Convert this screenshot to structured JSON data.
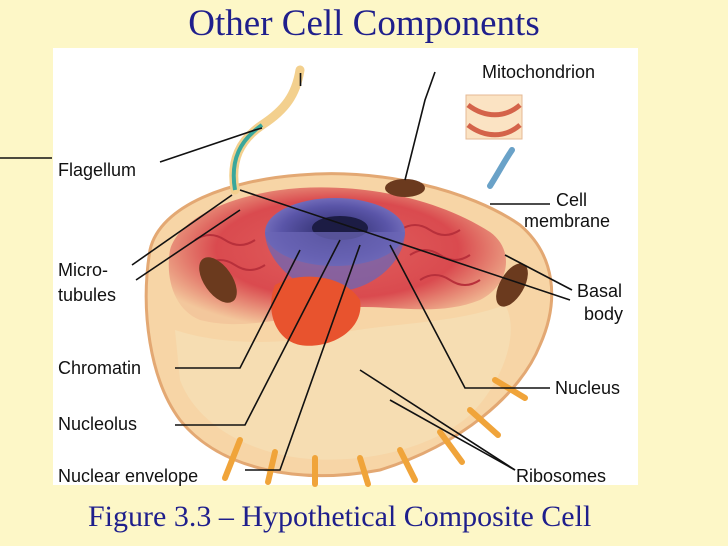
{
  "title": "Other Cell Components",
  "caption": "Figure 3.3 – Hypothetical Composite Cell",
  "labels": {
    "flagellum": "Flagellum",
    "microtubules_1": "Micro-",
    "microtubules_2": "tubules",
    "chromatin": "Chromatin",
    "nucleolus": "Nucleolus",
    "nuclear_envelope": "Nuclear envelope",
    "mitochondrion": "Mitochondrion",
    "cell_membrane_1": "Cell",
    "cell_membrane_2": "membrane",
    "basal_body_1": "Basal",
    "basal_body_2": "body",
    "nucleus": "Nucleus",
    "ribosomes": "Ribosomes",
    "marker": "I"
  }
}
